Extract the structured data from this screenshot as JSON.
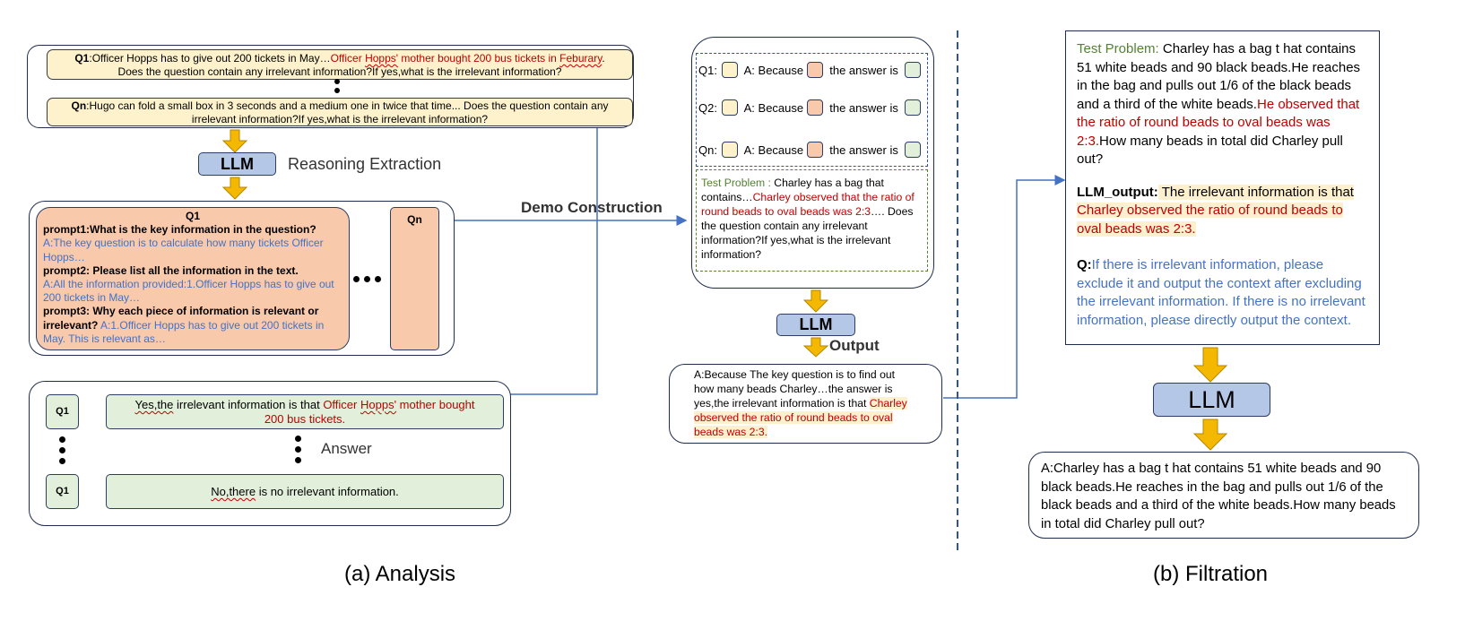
{
  "analysis": {
    "q1_label": "Q1",
    "q1_text_a": ":Officer Hopps has to give out 200 tickets in May…",
    "q1_text_red1": "Officer ",
    "q1_text_red_hopps": "Hopps'",
    "q1_text_red2": " mother bought 200 bus tickets in ",
    "q1_text_red_feb": "Feburary",
    "q1_text_b": ".",
    "q1_line2": "Does the question contain any irrelevant information?If yes,what is the irrelevant information?",
    "qn_label": "Qn",
    "qn_text": ":Hugo can fold a small box in 3 seconds and a medium one in twice that time... Does the question contain any",
    "qn_line2": "irrelevant information?If yes,what is the irrelevant information?",
    "llm_label": "LLM",
    "reasoning_label": "Reasoning Extraction",
    "card_title": "Q1",
    "prompt1": "prompt1:What is the key information in the question?",
    "answer1_a": "A:",
    "answer1": "The key question is to calculate how many tickets Officer Hopps…",
    "prompt2": "prompt2: Please list all the information in the text.",
    "answer2": "A:All the information provided:1.Officer Hopps has to give out 200 tickets in May…",
    "prompt3": "prompt3: Why each piece of information is relevant or irrelevant?",
    "answer3": " A:1.Officer Hopps has to give out 200 tickets in May. This is relevant as…",
    "qn_card_title": "Qn",
    "answer_label": "Answer",
    "ans_q1_label": "Q1",
    "ans_q2_label": "Q1",
    "ans1_yes": "Yes,the",
    "ans1_mid": " irrelevant information is that ",
    "ans1_red_a": "Officer ",
    "ans1_red_hopps": "Hopps'",
    "ans1_red_b": " mother bought",
    "ans1_line2": "200 bus tickets.",
    "ans2_no": "No,there",
    "ans2_rest": " is no irrelevant information.",
    "demo_construction": "Demo Construction",
    "caption": "(a) Analysis"
  },
  "demo": {
    "rows": [
      {
        "q": "Q1:",
        "because": "A: Because",
        "answer_is": "the answer is"
      },
      {
        "q": "Q2:",
        "because": "A: Because",
        "answer_is": "the answer is"
      },
      {
        "q": "Qn:",
        "because": "A: Because",
        "answer_is": "the answer is"
      }
    ],
    "test_label": "Test Problem :",
    "test_text_a": " Charley has a bag that contains…",
    "test_text_red": "Charley observed that the ratio of round beads to oval beads was 2:3",
    "test_text_b": "…. Does the question contain any irrelevant information?If yes,what is the irrelevant information?",
    "llm_label": "LLM",
    "output_label": "Output",
    "output_a": "A:Because The key question is to find out how many beads Charley…the answer is yes,the irrelevant information is that ",
    "output_red": "Charley observed the ratio of round beads to oval beads was 2:3."
  },
  "filtration": {
    "test_label": "Test Problem:",
    "test_text_a": " Charley has a bag t hat contains 51 white beads and 90 black beads.He reaches in the bag and pulls out 1/6 of the black beads and a third of the white beads.",
    "test_text_red": "He observed that the ratio of round beads to oval beads was 2:3.",
    "test_text_b": "How many beads in total did Charley pull out?",
    "llm_output_label": "LLM_output:",
    "llm_output_a": " The irrelevant information is that ",
    "llm_output_red": "Charley observed the ratio of round beads to oval beads was 2:3.",
    "q_label": "Q:",
    "q_text": "If there is irrelevant information, please exclude it and output the context after excluding the irrelevant information. If there is no irrelevant information, please directly output the context.",
    "llm_label": "LLM",
    "answer": "A:Charley has a bag t hat contains 51 white beads and 90 black beads.He reaches in the bag and pulls out 1/6 of the black beads and a third of the white beads.How many beads in total did Charley pull out?",
    "caption": "(b) Filtration"
  },
  "colors": {
    "red": "#c00000",
    "blue": "#4472c4",
    "green": "#548235",
    "arrow_yellow": "#f5b800",
    "peach": "#f8c9ab",
    "light_green": "#e2efda",
    "llm_blue": "#b4c7e7",
    "cream": "#fdf2cc"
  }
}
